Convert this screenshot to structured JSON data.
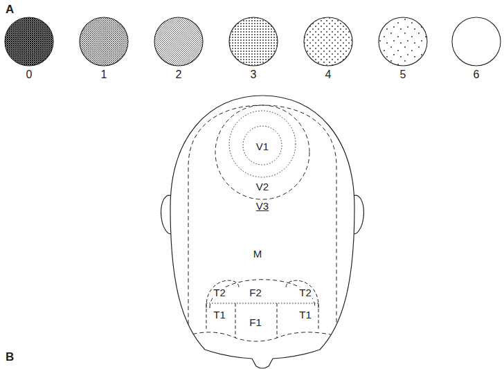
{
  "diagram": {
    "nodes": [
      {
        "text": [
          "0"
        ]
      },
      {
        "text": [
          "1"
        ]
      },
      {
        "text": [
          "2"
        ]
      },
      {
        "text": [
          "3"
        ]
      },
      {
        "text": [
          "4"
        ]
      },
      {
        "text": [
          "5"
        ]
      },
      {
        "text": [
          "6"
        ]
      }
    ],
    "labels": [
      "A",
      "V1",
      "V2",
      "V3",
      "M",
      "F2",
      "T2",
      "T2",
      "T1",
      "F1",
      "T1",
      "B"
    ]
  }
}
